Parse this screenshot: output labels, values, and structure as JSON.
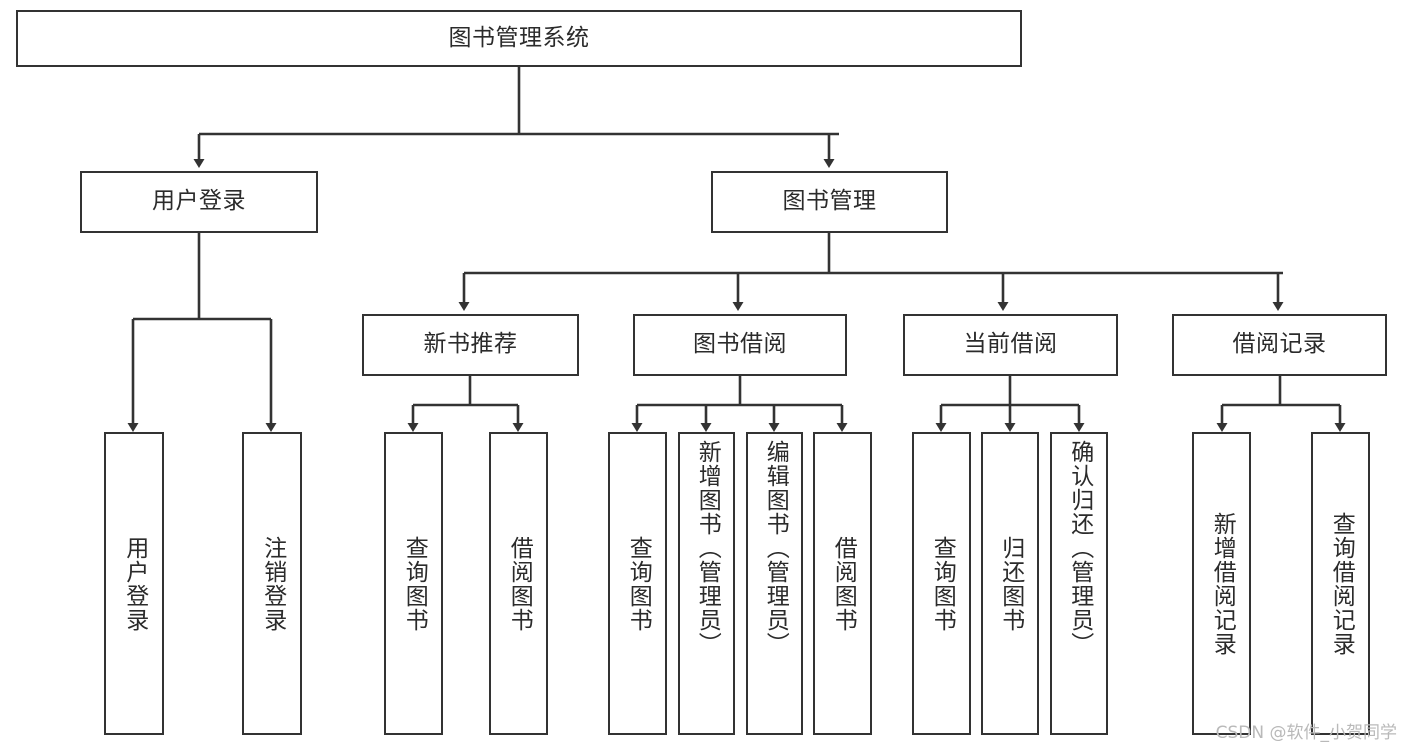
{
  "diagram": {
    "type": "tree",
    "title": "图书管理系统",
    "watermark": "CSDN @软件_小贺同学",
    "colors": {
      "box_border": "#333333",
      "box_fill": "#ffffff",
      "connector": "#333333",
      "text": "#2b2b2b",
      "watermark": "#b9b9b9",
      "background": "#ffffff"
    },
    "nodes": {
      "root": {
        "label": "图书管理系统"
      },
      "level2": [
        {
          "id": "user-login",
          "label": "用户登录"
        },
        {
          "id": "book-manage",
          "label": "图书管理"
        }
      ],
      "level3": [
        {
          "id": "new-book-recommend",
          "label": "新书推荐"
        },
        {
          "id": "book-borrow",
          "label": "图书借阅"
        },
        {
          "id": "current-borrow",
          "label": "当前借阅"
        },
        {
          "id": "borrow-record",
          "label": "借阅记录"
        }
      ],
      "leaves": {
        "user-login": [
          {
            "id": "leaf-user-login",
            "label": "用户登录"
          },
          {
            "id": "leaf-user-logout",
            "label": "注销登录"
          }
        ],
        "new-book-recommend": [
          {
            "id": "leaf-query-book-1",
            "label": "查询图书"
          },
          {
            "id": "leaf-borrow-book-1",
            "label": "借阅图书"
          }
        ],
        "book-borrow": [
          {
            "id": "leaf-query-book-2",
            "label": "查询图书"
          },
          {
            "id": "leaf-add-book",
            "label": "新增图书（管理员）"
          },
          {
            "id": "leaf-edit-book",
            "label": "编辑图书（管理员）"
          },
          {
            "id": "leaf-borrow-book-2",
            "label": "借阅图书"
          }
        ],
        "current-borrow": [
          {
            "id": "leaf-query-book-3",
            "label": "查询图书"
          },
          {
            "id": "leaf-return-book",
            "label": "归还图书"
          },
          {
            "id": "leaf-confirm-return",
            "label": "确认归还（管理员）"
          }
        ],
        "borrow-record": [
          {
            "id": "leaf-add-record",
            "label": "新增借阅记录"
          },
          {
            "id": "leaf-query-record",
            "label": "查询借阅记录"
          }
        ]
      }
    }
  }
}
